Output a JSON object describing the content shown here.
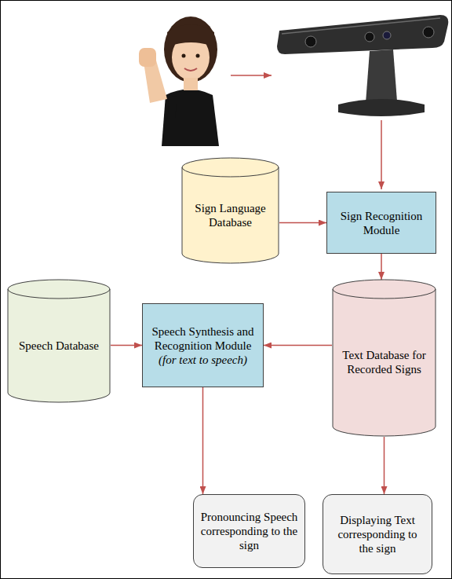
{
  "diagram": {
    "nodes": [
      {
        "text": [
          "Sign Language Database"
        ]
      },
      {
        "text": [
          "Sign Recognition Module"
        ]
      },
      {
        "text": [
          "Speech Database"
        ]
      },
      {
        "text": [
          "Speech Synthesis and Recognition Module",
          "(for text to speech)"
        ]
      },
      {
        "text": [
          "Text Database for Recorded Signs"
        ]
      },
      {
        "text": [
          "Pronouncing Speech corresponding to the sign"
        ]
      },
      {
        "text": [
          "Displaying Text corresponding to the sign"
        ]
      }
    ],
    "edges": [
      {
        "from": 0,
        "to": 1,
        "arrow": "to"
      },
      {
        "from": 1,
        "to": 4,
        "arrow": "to"
      },
      {
        "from": 4,
        "to": 3,
        "arrow": "to"
      },
      {
        "from": 2,
        "to": 3,
        "arrow": "to"
      },
      {
        "from": 3,
        "to": 5,
        "arrow": "to"
      },
      {
        "from": 4,
        "to": 6,
        "arrow": "to"
      }
    ]
  }
}
